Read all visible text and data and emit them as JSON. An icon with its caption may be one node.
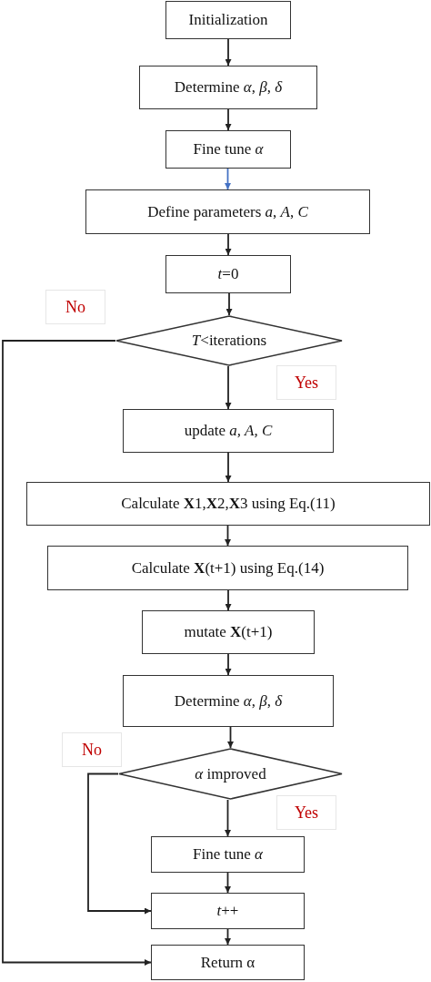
{
  "diagram": {
    "nodes": [
      {
        "text": [
          "Initialization"
        ]
      },
      {
        "text": [
          "Determine *α*, *β*, *δ*"
        ]
      },
      {
        "text": [
          "Fine tune *α*"
        ]
      },
      {
        "text": [
          "Define parameters *a*, *A*, *C*"
        ]
      },
      {
        "text": [
          "*t*=0"
        ]
      },
      {
        "text": [
          "*T*<iterations"
        ]
      },
      {
        "text": [
          "update *a, A, C*"
        ]
      },
      {
        "text": [
          "Calculate **X**1,**X**2,**X**3 using Eq.(11)"
        ]
      },
      {
        "text": [
          "Calculate **X**(t+1) using Eq.(14)"
        ]
      },
      {
        "text": [
          "mutate **X**(t+1)"
        ]
      },
      {
        "text": [
          "Determine *α*, *β*, *δ*"
        ]
      },
      {
        "text": [
          "*α* improved"
        ]
      },
      {
        "text": [
          "Fine tune *α*"
        ]
      },
      {
        "text": [
          "*t*++"
        ]
      },
      {
        "text": [
          "Return α"
        ]
      }
    ],
    "edges": [
      {
        "from": 0,
        "to": 1,
        "arrow": "to"
      },
      {
        "from": 1,
        "to": 2,
        "arrow": "to"
      },
      {
        "from": 2,
        "to": 3,
        "arrow": "to",
        "color": "#4472c4"
      },
      {
        "from": 3,
        "to": 4,
        "arrow": "to"
      },
      {
        "from": 4,
        "to": 5,
        "arrow": "to"
      },
      {
        "from": 5,
        "to": 6,
        "arrow": "to",
        "label": "Yes"
      },
      {
        "from": 6,
        "to": 7,
        "arrow": "to"
      },
      {
        "from": 7,
        "to": 8,
        "arrow": "to"
      },
      {
        "from": 8,
        "to": 9,
        "arrow": "to"
      },
      {
        "from": 9,
        "to": 10,
        "arrow": "to"
      },
      {
        "from": 10,
        "to": 11,
        "arrow": "to"
      },
      {
        "from": 11,
        "to": 12,
        "arrow": "to",
        "label": "Yes"
      },
      {
        "from": 12,
        "to": 13,
        "arrow": "to"
      },
      {
        "from": 11,
        "to": 13,
        "arrow": "to",
        "label": "No"
      },
      {
        "from": 13,
        "to": 14,
        "arrow": "to"
      },
      {
        "from": 5,
        "to": 14,
        "arrow": "to",
        "label": "No"
      }
    ]
  }
}
